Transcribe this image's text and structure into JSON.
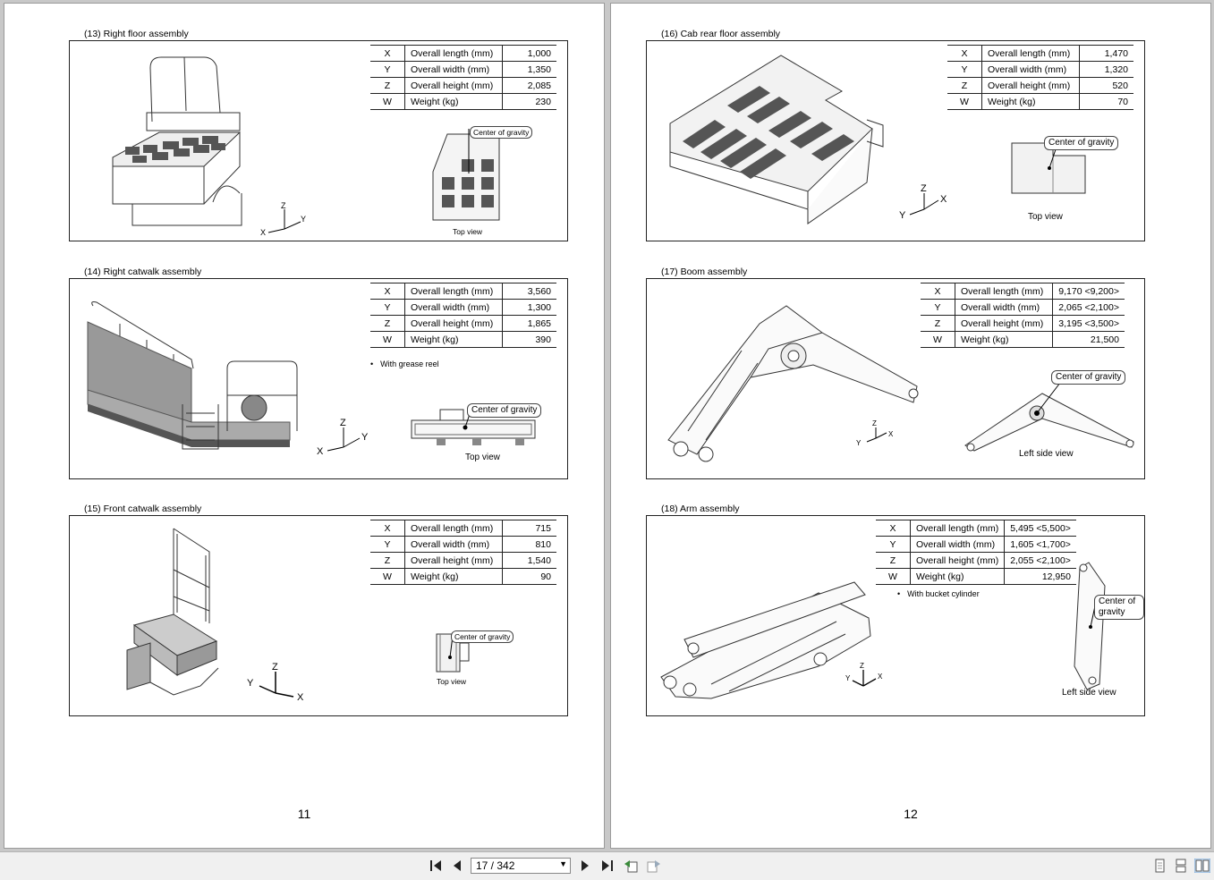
{
  "left_page": {
    "page_number": "11",
    "sections": [
      {
        "title": "(13) Right floor assembly",
        "specs": [
          {
            "axis": "X",
            "name": "Overall length (mm)",
            "value": "1,000"
          },
          {
            "axis": "Y",
            "name": "Overall width (mm)",
            "value": "1,350"
          },
          {
            "axis": "Z",
            "name": "Overall height (mm)",
            "value": "2,085"
          },
          {
            "axis": "W",
            "name": "Weight (kg)",
            "value": "230"
          }
        ],
        "callout": "Center of gravity",
        "view_label": "Top view"
      },
      {
        "title": "(14) Right catwalk assembly",
        "specs": [
          {
            "axis": "X",
            "name": "Overall length (mm)",
            "value": "3,560"
          },
          {
            "axis": "Y",
            "name": "Overall width (mm)",
            "value": "1,300"
          },
          {
            "axis": "Z",
            "name": "Overall height (mm)",
            "value": "1,865"
          },
          {
            "axis": "W",
            "name": "Weight (kg)",
            "value": "390"
          }
        ],
        "note": "With grease reel",
        "callout": "Center of gravity",
        "view_label": "Top view"
      },
      {
        "title": "(15) Front catwalk assembly",
        "specs": [
          {
            "axis": "X",
            "name": "Overall length (mm)",
            "value": "715"
          },
          {
            "axis": "Y",
            "name": "Overall width (mm)",
            "value": "810"
          },
          {
            "axis": "Z",
            "name": "Overall height (mm)",
            "value": "1,540"
          },
          {
            "axis": "W",
            "name": "Weight (kg)",
            "value": "90"
          }
        ],
        "callout": "Center of gravity",
        "view_label": "Top view"
      }
    ]
  },
  "right_page": {
    "page_number": "12",
    "sections": [
      {
        "title": "(16) Cab rear floor assembly",
        "specs": [
          {
            "axis": "X",
            "name": "Overall length (mm)",
            "value": "1,470"
          },
          {
            "axis": "Y",
            "name": "Overall width (mm)",
            "value": "1,320"
          },
          {
            "axis": "Z",
            "name": "Overall height (mm)",
            "value": "520"
          },
          {
            "axis": "W",
            "name": "Weight (kg)",
            "value": "70"
          }
        ],
        "callout": "Center of gravity",
        "view_label": "Top view"
      },
      {
        "title": "(17) Boom assembly",
        "specs": [
          {
            "axis": "X",
            "name": "Overall length (mm)",
            "value": "9,170 <9,200>"
          },
          {
            "axis": "Y",
            "name": "Overall width (mm)",
            "value": "2,065 <2,100>"
          },
          {
            "axis": "Z",
            "name": "Overall height (mm)",
            "value": "3,195 <3,500>"
          },
          {
            "axis": "W",
            "name": "Weight (kg)",
            "value": "21,500"
          }
        ],
        "callout": "Center of gravity",
        "view_label": "Left side view"
      },
      {
        "title": "(18) Arm assembly",
        "specs": [
          {
            "axis": "X",
            "name": "Overall length (mm)",
            "value": "5,495 <5,500>"
          },
          {
            "axis": "Y",
            "name": "Overall width (mm)",
            "value": "1,605 <1,700>"
          },
          {
            "axis": "Z",
            "name": "Overall height (mm)",
            "value": "2,055 <2,100>"
          },
          {
            "axis": "W",
            "name": "Weight (kg)",
            "value": "12,950"
          }
        ],
        "note": "With bucket cylinder",
        "callout": "Center of gravity",
        "view_label": "Left side view"
      }
    ]
  },
  "axis_labels": {
    "x": "X",
    "y": "Y",
    "z": "Z"
  },
  "toolbar": {
    "page_indicator": "17 / 342",
    "icons": [
      "first-page-icon",
      "previous-page-icon",
      "next-page-icon",
      "last-page-icon",
      "previous-view-icon",
      "next-view-icon",
      "single-page-view-icon",
      "continuous-view-icon",
      "facing-view-icon"
    ]
  }
}
